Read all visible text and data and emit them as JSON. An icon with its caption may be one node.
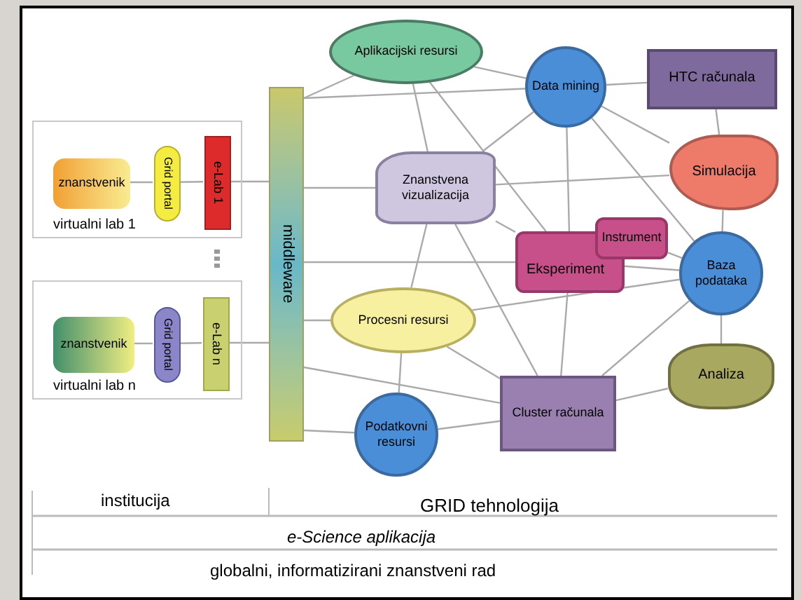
{
  "diagram": {
    "nodes": [
      {
        "text": [
          "virtualni lab 1"
        ]
      },
      {
        "text": [
          "znanstvenik"
        ],
        "in": 0
      },
      {
        "text": [
          "Grid portal"
        ],
        "in": 0
      },
      {
        "text": [
          "e-Lab 1"
        ],
        "in": 0
      },
      {
        "text": [
          "virtualni lab n"
        ]
      },
      {
        "text": [
          "znanstvenik"
        ],
        "in": 4
      },
      {
        "text": [
          "Grid portal"
        ],
        "in": 4
      },
      {
        "text": [
          "e-Lab n"
        ],
        "in": 4
      },
      {
        "text": [
          "middleware"
        ]
      },
      {
        "text": [
          "Aplikacijski resursi"
        ]
      },
      {
        "text": [
          "Data mining"
        ]
      },
      {
        "text": [
          "HTC računala"
        ]
      },
      {
        "text": [
          "Znanstvena vizualizacija"
        ]
      },
      {
        "text": [
          "Simulacija"
        ]
      },
      {
        "text": [
          "Eksperiment"
        ]
      },
      {
        "text": [
          "Instrument"
        ]
      },
      {
        "text": [
          "Baza podataka"
        ]
      },
      {
        "text": [
          "Procesni resursi"
        ]
      },
      {
        "text": [
          "Analiza"
        ]
      },
      {
        "text": [
          "Cluster računala"
        ]
      },
      {
        "text": [
          "Podatkovni resursi"
        ]
      }
    ],
    "edges": [
      {
        "from": 1,
        "to": 2,
        "arrow": "none"
      },
      {
        "from": 2,
        "to": 3,
        "arrow": "none"
      },
      {
        "from": 3,
        "to": 8,
        "arrow": "none"
      },
      {
        "from": 5,
        "to": 6,
        "arrow": "none"
      },
      {
        "from": 6,
        "to": 7,
        "arrow": "none"
      },
      {
        "from": 7,
        "to": 8,
        "arrow": "none"
      },
      {
        "from": 8,
        "to": 9,
        "arrow": "none"
      },
      {
        "from": 8,
        "to": 12,
        "arrow": "none"
      },
      {
        "from": 8,
        "to": 17,
        "arrow": "none"
      },
      {
        "from": 8,
        "to": 20,
        "arrow": "none"
      },
      {
        "from": 8,
        "to": 19,
        "arrow": "none"
      },
      {
        "from": 8,
        "to": 10,
        "arrow": "none"
      },
      {
        "from": 8,
        "to": 14,
        "arrow": "none"
      },
      {
        "from": 9,
        "to": 10,
        "arrow": "none"
      },
      {
        "from": 9,
        "to": 12,
        "arrow": "none"
      },
      {
        "from": 9,
        "to": 14,
        "arrow": "none"
      },
      {
        "from": 10,
        "to": 11,
        "arrow": "none"
      },
      {
        "from": 10,
        "to": 14,
        "arrow": "none"
      },
      {
        "from": 10,
        "to": 16,
        "arrow": "none"
      },
      {
        "from": 10,
        "to": 13,
        "arrow": "none"
      },
      {
        "from": 15,
        "to": 16,
        "arrow": "none"
      },
      {
        "from": 11,
        "to": 13,
        "arrow": "none"
      },
      {
        "from": 12,
        "to": 13,
        "arrow": "none"
      },
      {
        "from": 12,
        "to": 14,
        "arrow": "none"
      },
      {
        "from": 12,
        "to": 17,
        "arrow": "none"
      },
      {
        "from": 12,
        "to": 19,
        "arrow": "none"
      },
      {
        "from": 10,
        "to": 12,
        "arrow": "none"
      },
      {
        "from": 13,
        "to": 16,
        "arrow": "none"
      },
      {
        "from": 14,
        "to": 16,
        "arrow": "none"
      },
      {
        "from": 14,
        "to": 19,
        "arrow": "none"
      },
      {
        "from": 16,
        "to": 18,
        "arrow": "none"
      },
      {
        "from": 16,
        "to": 19,
        "arrow": "none"
      },
      {
        "from": 17,
        "to": 16,
        "arrow": "none"
      },
      {
        "from": 17,
        "to": 19,
        "arrow": "none"
      },
      {
        "from": 18,
        "to": 19,
        "arrow": "none"
      },
      {
        "from": 20,
        "to": 19,
        "arrow": "none"
      },
      {
        "from": 20,
        "to": 17,
        "arrow": "none"
      }
    ],
    "labels": [
      "institucija",
      "GRID tehnologija",
      "e-Science aplikacija",
      "globalni, informatizirani znanstveni rad"
    ]
  }
}
